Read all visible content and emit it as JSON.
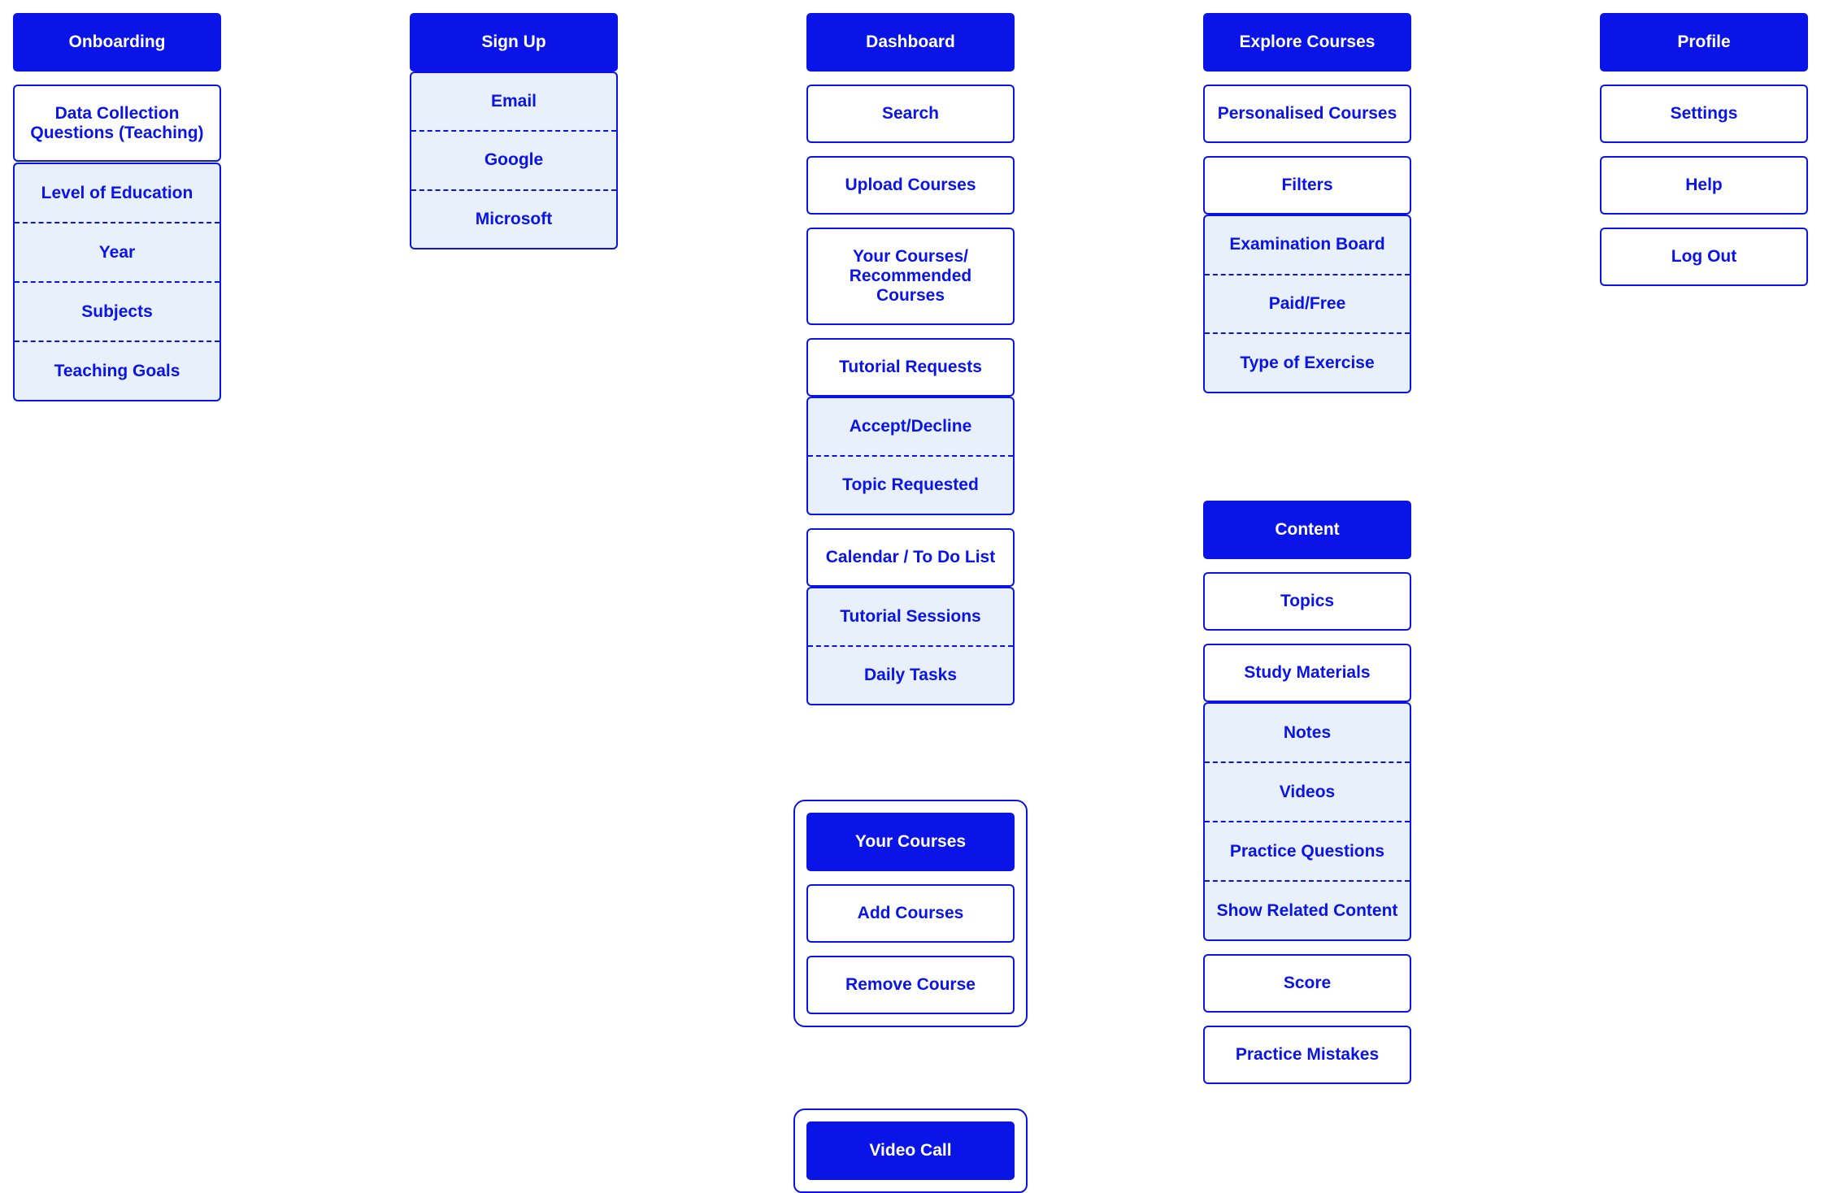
{
  "colors": {
    "primary": "#0a14e6",
    "group_fill": "#e8f1fb",
    "background": "#ffffff"
  },
  "onboarding": {
    "title": "Onboarding",
    "questions": "Data Collection Questions (Teaching)",
    "items": [
      "Level of Education",
      "Year",
      "Subjects",
      "Teaching Goals"
    ]
  },
  "signup": {
    "title": "Sign Up",
    "items": [
      "Email",
      "Google",
      "Microsoft"
    ]
  },
  "dashboard": {
    "title": "Dashboard",
    "search": "Search",
    "upload_courses": "Upload Courses",
    "your_courses": "Your Courses/ Recommended Courses",
    "tutorial_requests": "Tutorial Requests",
    "tutorial_request_items": [
      "Accept/Decline",
      "Topic Requested"
    ],
    "calendar": "Calendar / To Do List",
    "calendar_items": [
      "Tutorial Sessions",
      "Daily Tasks"
    ]
  },
  "your_courses_panel": {
    "title": "Your Courses",
    "add": "Add Courses",
    "remove": "Remove Course"
  },
  "video_call": {
    "title": "Video Call"
  },
  "explore": {
    "title": "Explore Courses",
    "personalised": "Personalised Courses",
    "filters": "Filters",
    "filter_items": [
      "Examination Board",
      "Paid/Free",
      "Type of Exercise"
    ]
  },
  "content": {
    "title": "Content",
    "topics": "Topics",
    "study_materials": "Study Materials",
    "material_items": [
      "Notes",
      "Videos",
      "Practice Questions",
      "Show Related Content"
    ],
    "score": "Score",
    "practice_mistakes": "Practice Mistakes"
  },
  "profile": {
    "title": "Profile",
    "items": [
      "Settings",
      "Help",
      "Log Out"
    ]
  }
}
